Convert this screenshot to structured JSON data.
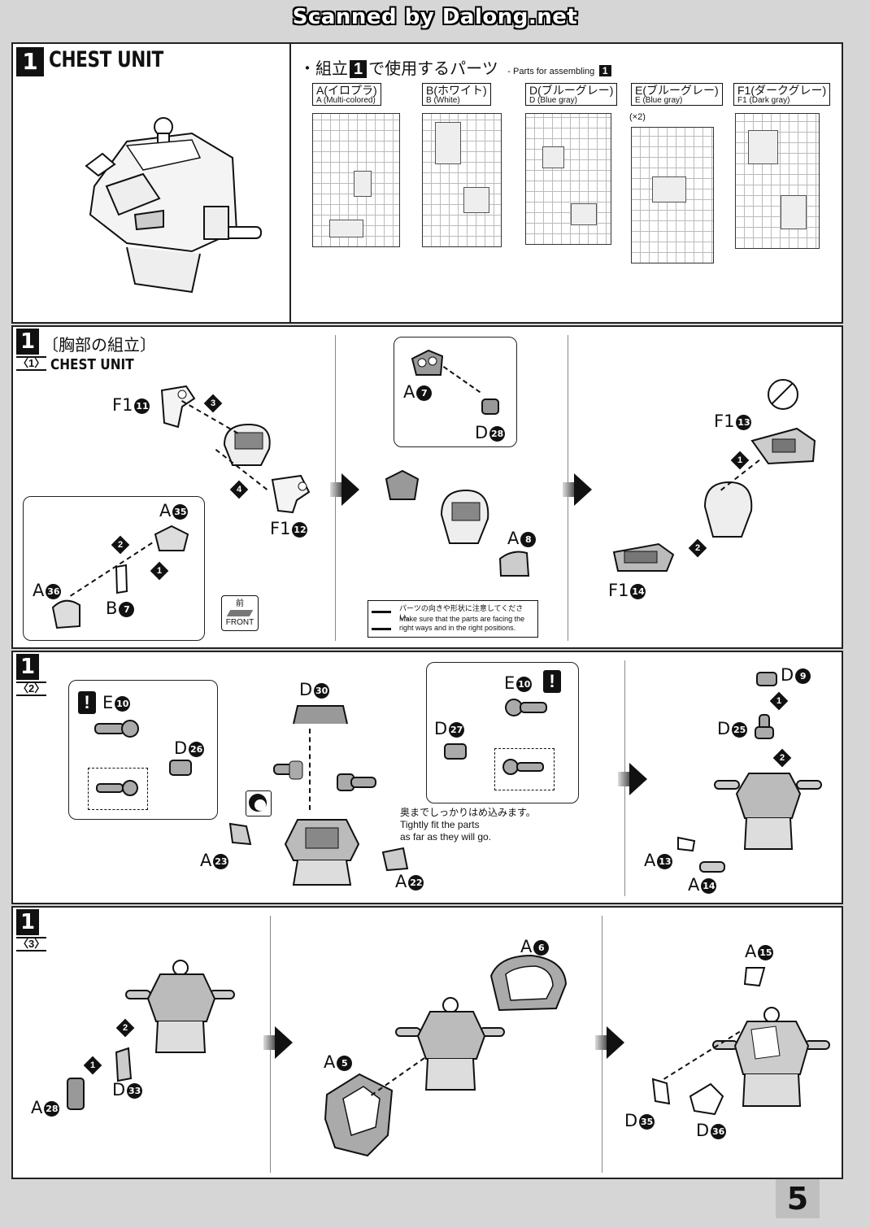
{
  "watermark": "Scanned by Dalong.net",
  "header": {
    "step": "1",
    "title": "CHEST UNIT"
  },
  "parts_list": {
    "bullet": "・",
    "title_pre": "組立",
    "title_num": "1",
    "title_post": "で使用するパーツ",
    "title_en": "- Parts for assembling",
    "title_en_num": "1",
    "runners": [
      {
        "jp": "A(イロプラ)",
        "en": "A (Multi-colored)",
        "count": ""
      },
      {
        "jp": "B(ホワイト)",
        "en": "B (White)",
        "count": ""
      },
      {
        "jp": "D(ブルーグレー)",
        "en": "D (Blue gray)",
        "count": ""
      },
      {
        "jp": "E(ブルーグレー)",
        "en": "E (Blue gray)",
        "count": "(×2)"
      },
      {
        "jp": "F1(ダークグレー)",
        "en": "F1 (Dark gray)",
        "count": ""
      }
    ]
  },
  "section1": {
    "step": "1",
    "jp_title": "〔胸部の組立〕",
    "sub": "〈1〉",
    "en_title": "CHEST UNIT",
    "labels": {
      "f1_11": "F1",
      "f1_12": "F1",
      "a35": "A",
      "a36": "A",
      "b7": "B",
      "a7": "A",
      "d28": "D",
      "a8": "A",
      "f1_13": "F1",
      "f1_14": "F1"
    },
    "nums": {
      "f1_11": "11",
      "f1_12": "12",
      "a35": "35",
      "a36": "36",
      "b7": "7",
      "a7": "7",
      "d28": "28",
      "a8": "8",
      "f1_13": "13",
      "f1_14": "14"
    },
    "front_jp": "前",
    "front_en": "FRONT",
    "notice_jp": "パーツの向きや形状に注意してください。",
    "notice_en1": "Make sure that the parts are facing the",
    "notice_en2": "right ways and in the right positions."
  },
  "section2": {
    "step": "1",
    "sub": "〈2〉",
    "labels": {
      "e10a": "E",
      "d26": "D",
      "d30": "D",
      "a23": "A",
      "a22": "A",
      "e10b": "E",
      "d27": "D",
      "d9": "D",
      "d25": "D",
      "a13": "A",
      "a14": "A"
    },
    "nums": {
      "e10a": "10",
      "d26": "26",
      "d30": "30",
      "a23": "23",
      "a22": "22",
      "e10b": "10",
      "d27": "27",
      "d9": "9",
      "d25": "25",
      "a13": "13",
      "a14": "14"
    },
    "fit_jp": "奥までしっかりはめ込みます。",
    "fit_en1": "Tightly fit the parts",
    "fit_en2": "as far as they will go."
  },
  "section3": {
    "step": "1",
    "sub": "〈3〉",
    "labels": {
      "a28": "A",
      "d33": "D",
      "a5": "A",
      "a6": "A",
      "a15": "A",
      "d35": "D",
      "d36": "D"
    },
    "nums": {
      "a28": "28",
      "d33": "33",
      "a5": "5",
      "a6": "6",
      "a15": "15",
      "d35": "35",
      "d36": "36"
    }
  },
  "order_marks": [
    "1",
    "2",
    "3",
    "4"
  ],
  "page_number": "5"
}
